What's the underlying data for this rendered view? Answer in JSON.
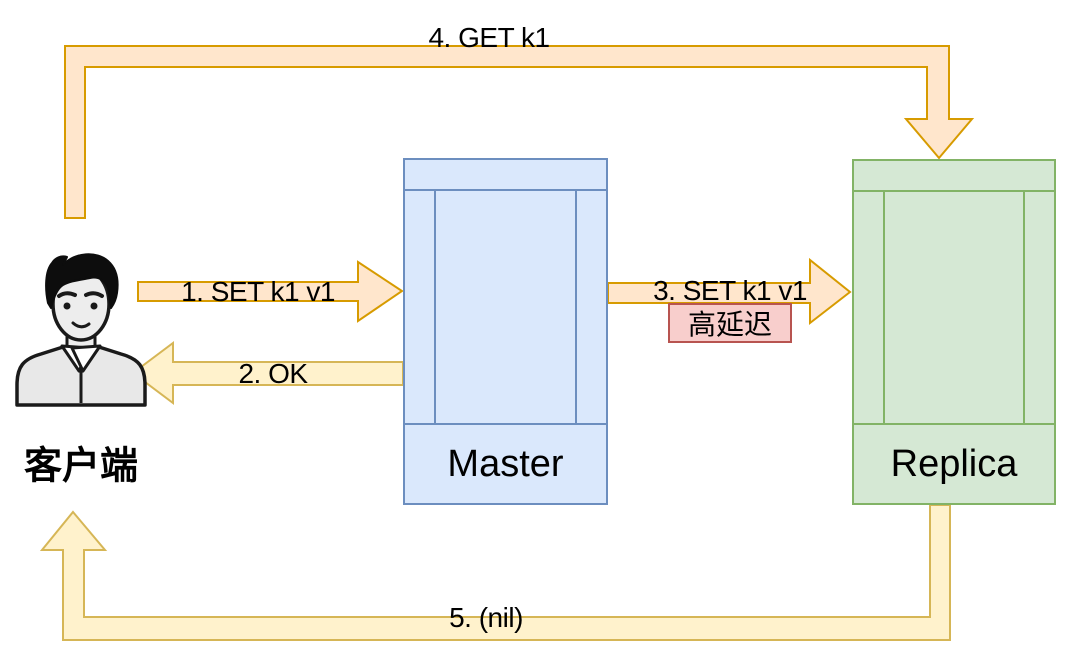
{
  "diagram": {
    "type": "redis-replication-sequence",
    "client": {
      "label": "客户端"
    },
    "nodes": {
      "master": {
        "label": "Master",
        "fill": "#dae8fc",
        "stroke": "#6c8ebf"
      },
      "replica": {
        "label": "Replica",
        "fill": "#d5e8d4",
        "stroke": "#82b366"
      }
    },
    "note": {
      "label": "高延迟",
      "fill": "#f8cecc",
      "stroke": "#b85450"
    },
    "arrows": {
      "a1": {
        "label": "1. SET k1 v1",
        "from": "client",
        "to": "master",
        "fill": "#ffe6cc",
        "stroke": "#d79b00"
      },
      "a2": {
        "label": "2. OK",
        "from": "master",
        "to": "client",
        "fill": "#fff2cc",
        "stroke": "#d6b656"
      },
      "a3": {
        "label": "3. SET k1 v1",
        "from": "master",
        "to": "replica",
        "fill": "#ffe6cc",
        "stroke": "#d79b00"
      },
      "a4": {
        "label": "4. GET k1",
        "from": "client",
        "to": "replica",
        "fill": "#ffe6cc",
        "stroke": "#d79b00"
      },
      "a5": {
        "label": "5. (nil)",
        "from": "replica",
        "to": "client",
        "fill": "#fff2cc",
        "stroke": "#d6b656"
      }
    }
  }
}
